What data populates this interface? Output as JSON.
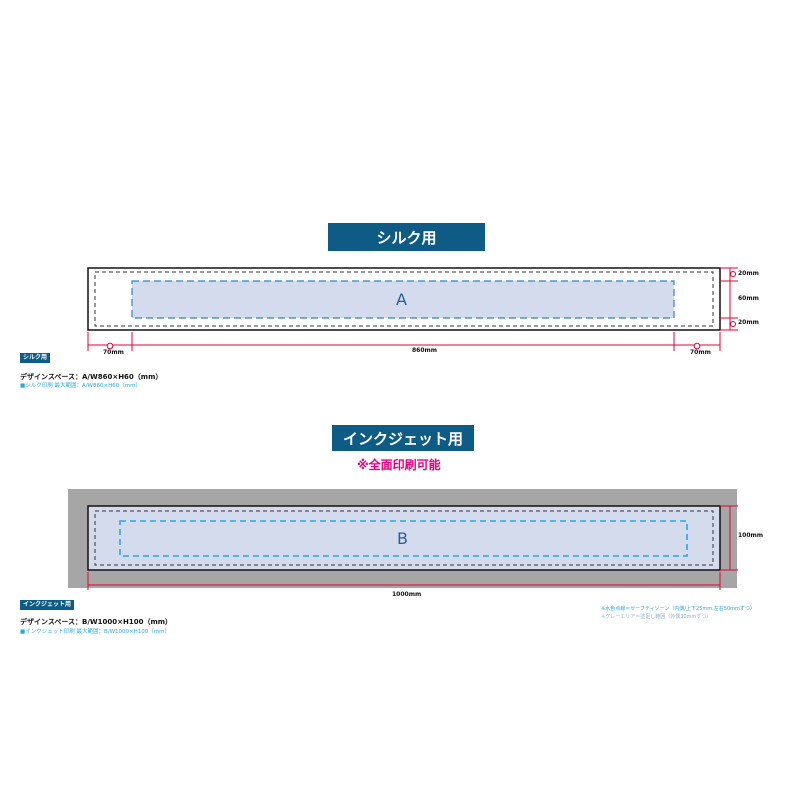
{
  "silk": {
    "header": "シルク用",
    "tag": "シルク用",
    "area_label": "A",
    "dims": {
      "top_margin": "20mm",
      "height": "60mm",
      "bottom_margin": "20mm",
      "left_margin": "70mm",
      "width": "860mm",
      "right_margin": "70mm"
    },
    "spec_main": "デザインスペース：A/W860×H60（mm）",
    "spec_sub": "■シルク印刷 最大範囲：A/W860×H60（mm）"
  },
  "inkjet": {
    "header": "インクジェット用",
    "full_print_note": "※全面印刷可能",
    "tag": "インクジェット用",
    "area_label": "B",
    "dims": {
      "height": "100mm",
      "width": "1000mm"
    },
    "spec_main": "デザインスペース：B/W1000×H100（mm）",
    "spec_sub": "■インクジェット印刷 最大範囲：B/W1000×H100（mm）",
    "legend": [
      "※水色点線＝セーフティゾーン（内側/上下25mm,左右50mmずつ）",
      "※グレーエリア＝塗足し範囲（外側30mmずつ）"
    ]
  },
  "colors": {
    "header_bg": "#0e5b85",
    "area_fill": "#d3dbec",
    "dashed_blue": "#2a86c8",
    "bleed_gray": "#a6a6a6",
    "dimension_red": "#e60033",
    "magenta": "#e4007f"
  }
}
